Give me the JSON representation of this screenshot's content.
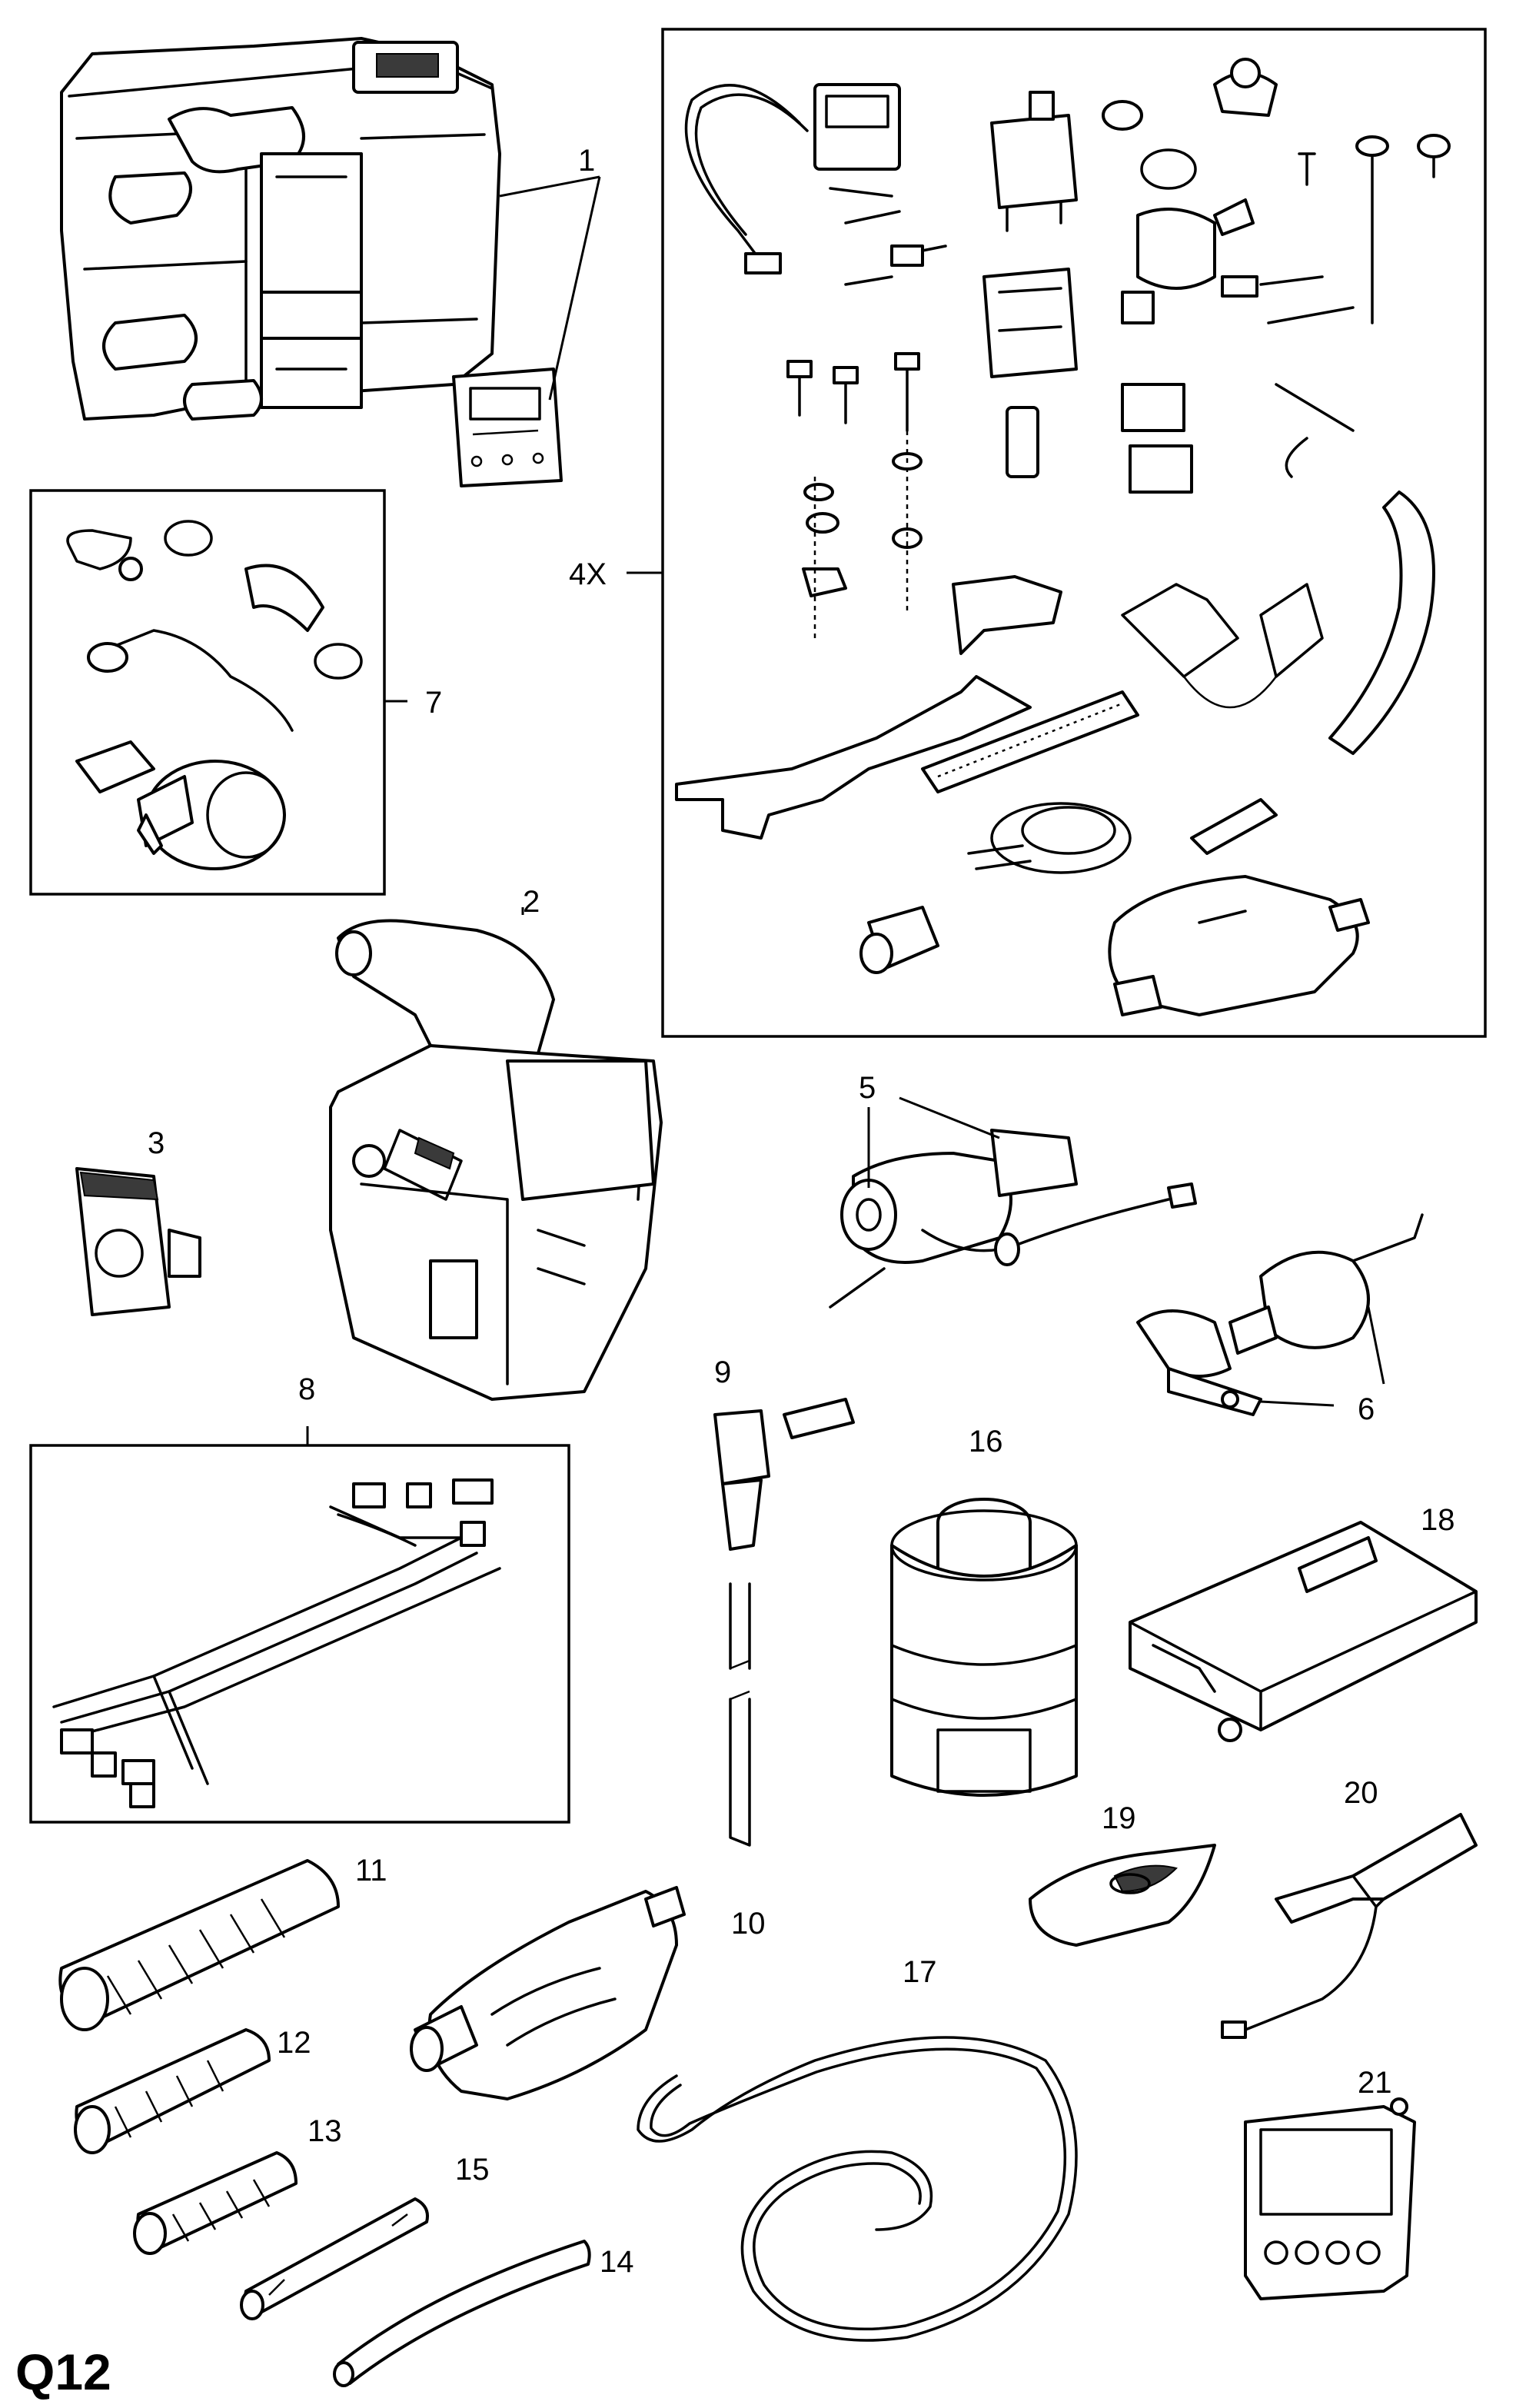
{
  "page_code": "Q12",
  "callouts": {
    "c1": "1",
    "c2": "2",
    "c3": "3",
    "c4x": "4X",
    "c5": "5",
    "c6": "6",
    "c7": "7",
    "c8": "8",
    "c9": "9",
    "c10": "10",
    "c11": "11",
    "c12": "12",
    "c13": "13",
    "c14": "14",
    "c15": "15",
    "c16": "16",
    "c17": "17",
    "c18": "18",
    "c19": "19",
    "c20": "20",
    "c21": "21"
  }
}
